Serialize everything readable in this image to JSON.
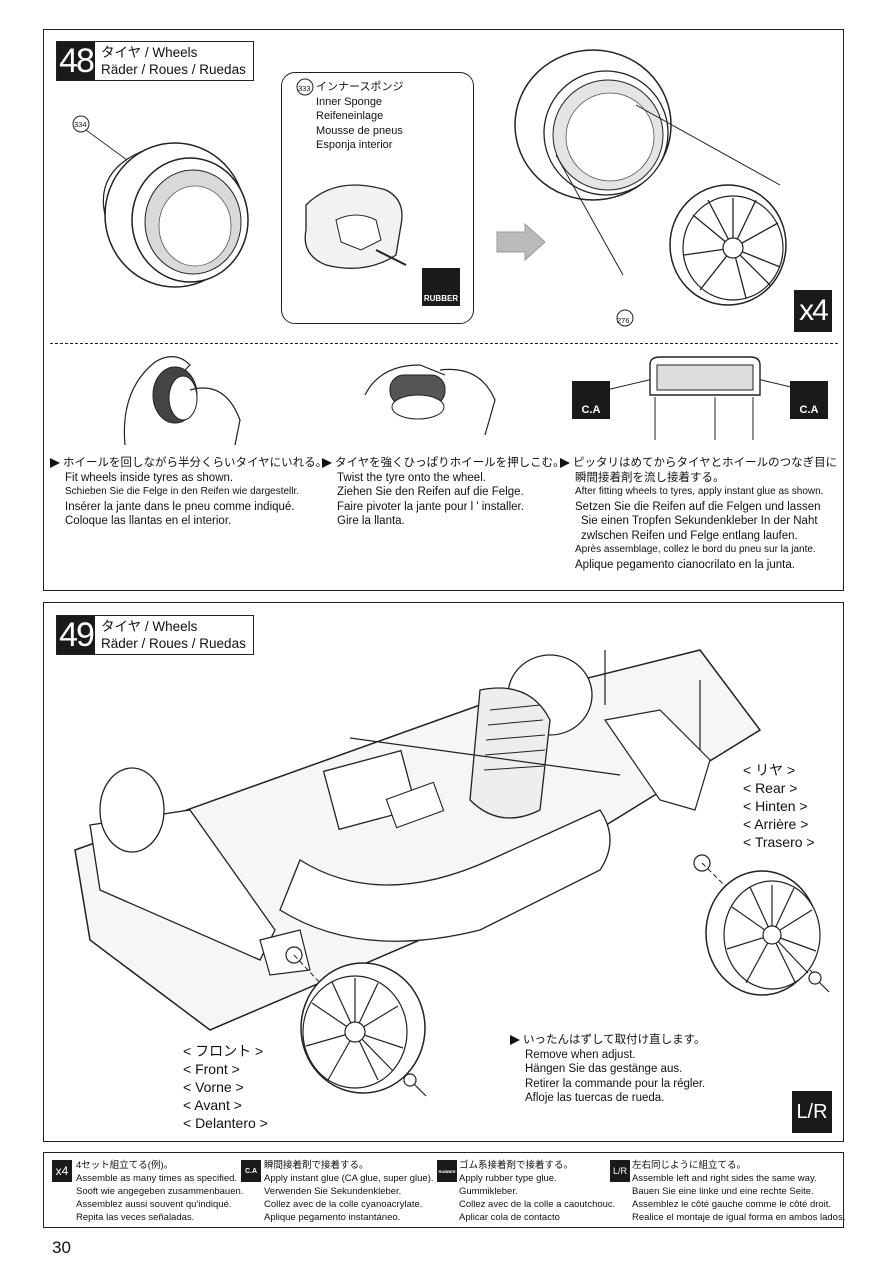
{
  "step48": {
    "number": "48",
    "title_line1": "タイヤ / Wheels",
    "title_line2": "Räder / Roues / Ruedas",
    "part_tyre": "334",
    "part_sponge": "333",
    "part_wheel": "276",
    "sponge_labels": [
      "インナースポンジ",
      "Inner Sponge",
      "Reifeneinlage",
      "Mousse de pneus",
      "Esponja interior"
    ],
    "rubber_badge": "RUBBER",
    "x4_badge": "x4",
    "ca_badge": "C.A",
    "instr1": [
      "ホイールを回しながら半分くらいタイヤにいれる。",
      "Fit wheels inside tyres as shown.",
      "Schieben Sie die Felge in den Reifen wie dargestellr.",
      "Insérer la jante dans le pneu comme indiqué.",
      "Coloque las llantas en el interior."
    ],
    "instr2": [
      "タイヤを強くひっぱりホイールを押しこむ。",
      "Twist the tyre onto the wheel.",
      "Ziehen Sie den Reifen auf die Felge.",
      "Faire pivoter la jante pour l ' installer.",
      "Gire la llanta."
    ],
    "instr3": [
      "ピッタリはめてからタイヤとホイールのつなぎ目に",
      "瞬間接着剤を流し接着する。",
      "After fitting wheels to tyres, apply instant glue as shown.",
      "Setzen Sie die Reifen auf die Felgen und lassen",
      "Sie einen Tropfen Sekundenkleber In der Naht",
      "zwlschen Reifen und Felge entlang laufen.",
      "Après assemblage, collez le bord du pneu sur la jante.",
      "Aplique pegamento cianocrilato en la junta."
    ]
  },
  "step49": {
    "number": "49",
    "title_line1": "タイヤ / Wheels",
    "title_line2": "Räder / Roues / Ruedas",
    "rear_labels": [
      "< リヤ >",
      "< Rear >",
      "< Hinten >",
      "< Arrière >",
      "< Trasero >"
    ],
    "front_labels": [
      "< フロント >",
      "< Front >",
      "< Vorne >",
      "< Avant >",
      "< Delantero >"
    ],
    "adjust_note": [
      "いったんはずして取付け直します。",
      "Remove when adjust.",
      "Hängen Sie das gestänge aus.",
      "Retirer la commande pour la régler.",
      "Afloje las tuercas de rueda."
    ],
    "lr_badge": "L/R"
  },
  "legend": [
    {
      "icon": "x4",
      "lines": [
        "4セット組立てる(例)。",
        "Assemble as many times as specified.",
        "Sooft wie angegeben zusammenbauen.",
        "Assemblez aussi souvent qu'indiqué.",
        "Repita las veces señaladas."
      ]
    },
    {
      "icon": "C.A",
      "lines": [
        "瞬間接着剤で接着する。",
        "Apply instant glue (CA glue, super glue).",
        "Verwenden Sie Sekundenkleber.",
        "Collez avec de la colle cyanoacrylate.",
        "Aplique pegamento instantáneo."
      ]
    },
    {
      "icon": "RUBBER",
      "lines": [
        "ゴム系接着剤で接着する。",
        "Apply rubber type glue.",
        "Gummikleber.",
        "Collez avec de la colle a caoutchouc.",
        "Aplicar cola de contacto"
      ]
    },
    {
      "icon": "L/R",
      "lines": [
        "左右同じように組立てる。",
        "Assemble left and right sides the same way.",
        "Bauen Sie eine linke und eine rechte Seite.",
        "Assemblez le côté gauche comme le côté droit.",
        "Realice el montaje de igual forma en ambos lados."
      ]
    }
  ],
  "page_number": "30"
}
